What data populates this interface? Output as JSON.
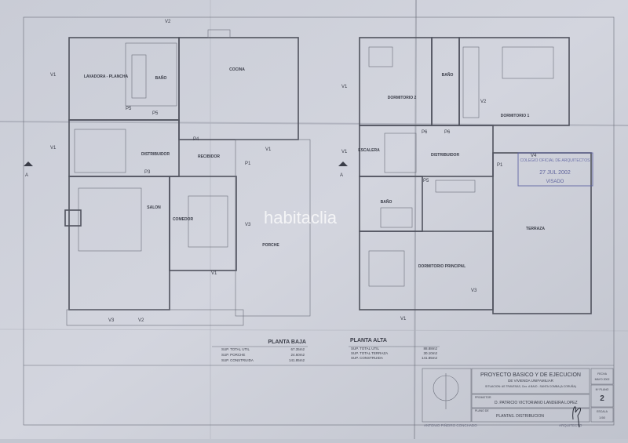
{
  "watermark": "habitaclia",
  "planta_baja": {
    "title": "PLANTA BAJA",
    "rooms": [
      "LAVADORA - PLANCHA",
      "BAÑO",
      "COCINA",
      "DISTRIBUIDOR",
      "RECIBIDOR",
      "SALON",
      "COMEDOR",
      "PORCHE"
    ],
    "marks": [
      "V2",
      "V1",
      "V3",
      "V3",
      "V2",
      "P5",
      "P5",
      "P4",
      "P3",
      "P1",
      "V1",
      "V1",
      "V1",
      "A"
    ],
    "areas": [
      {
        "label": "SUP. TOTAL UTIL",
        "value": "67.35m2"
      },
      {
        "label": "SUP. PORCHE",
        "value": "24.60m2"
      },
      {
        "label": "SUP. CONSTRUIDA",
        "value": "141.85m2"
      }
    ]
  },
  "planta_alta": {
    "title": "PLANTA ALTA",
    "rooms": [
      "DORMITORIO 2",
      "BAÑO",
      "DORMITORIO 1",
      "ESCALERA",
      "DISTRIBUIDOR",
      "BAÑO",
      "DORMITORIO PRINCIPAL",
      "TERRAZA"
    ],
    "marks": [
      "V1",
      "V1",
      "P6",
      "P6",
      "P5",
      "P1",
      "V4",
      "V3",
      "V1",
      "V2",
      "A"
    ],
    "areas": [
      {
        "label": "SUP. TOTAL UTIL",
        "value": "88.88m2"
      },
      {
        "label": "SUP. TOTAL TERRAZA",
        "value": "30.10m2"
      },
      {
        "label": "SUP. CONSTRUIDA",
        "value": "141.85m2"
      }
    ]
  },
  "stamp": {
    "line1": "COLEGIO OFICIAL DE ARQUITECTOS",
    "date": "27 JUL 2002",
    "status": "VISADO"
  },
  "title_block": {
    "project_title": "PROYECTO BASICO Y DE EJECUCION",
    "project_subtitle": "DE VIVIENDA UNIFAMILIAR",
    "location": "SITUACION: AS TRAVESAS, Cno. A BAIO - SANTA COMBA (A CORUÑA)",
    "promotor_label": "PROMOTOR",
    "promotor": "D. PATRICIO VICTORIANO LANDEIRA LOPEZ",
    "plano_label": "PLANO DE",
    "plano": "PLANTAS. DISTRIBUCION",
    "fecha_label": "FECHA",
    "fecha": "MAYO 2002",
    "plano_num_label": "Nº PLANO",
    "plano_num": "2",
    "escala_label": "ESCALA",
    "escala": "1:50",
    "architect_name": "ANTONIO PIÑEIRO CONCHADO",
    "architect_label": "ARQUITECTO"
  }
}
